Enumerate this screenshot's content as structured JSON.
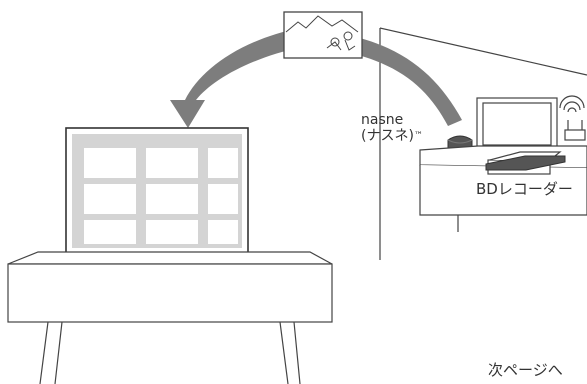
{
  "labels": {
    "nasne_line1": "nasne",
    "nasne_line2": "(ナスネ)",
    "nasne_tm": "™",
    "bd_recorder": "BDレコーダー",
    "next_page": "次ページへ"
  },
  "icons": [
    "arrow-icon",
    "photo-thumbnail-icon",
    "wifi-icon",
    "router-icon"
  ],
  "colors": {
    "line": "#3c3c3c",
    "arrow": "#7d7d7d",
    "screen": "#d4d4d4",
    "tile": "#ffffff",
    "text": "#333333"
  }
}
